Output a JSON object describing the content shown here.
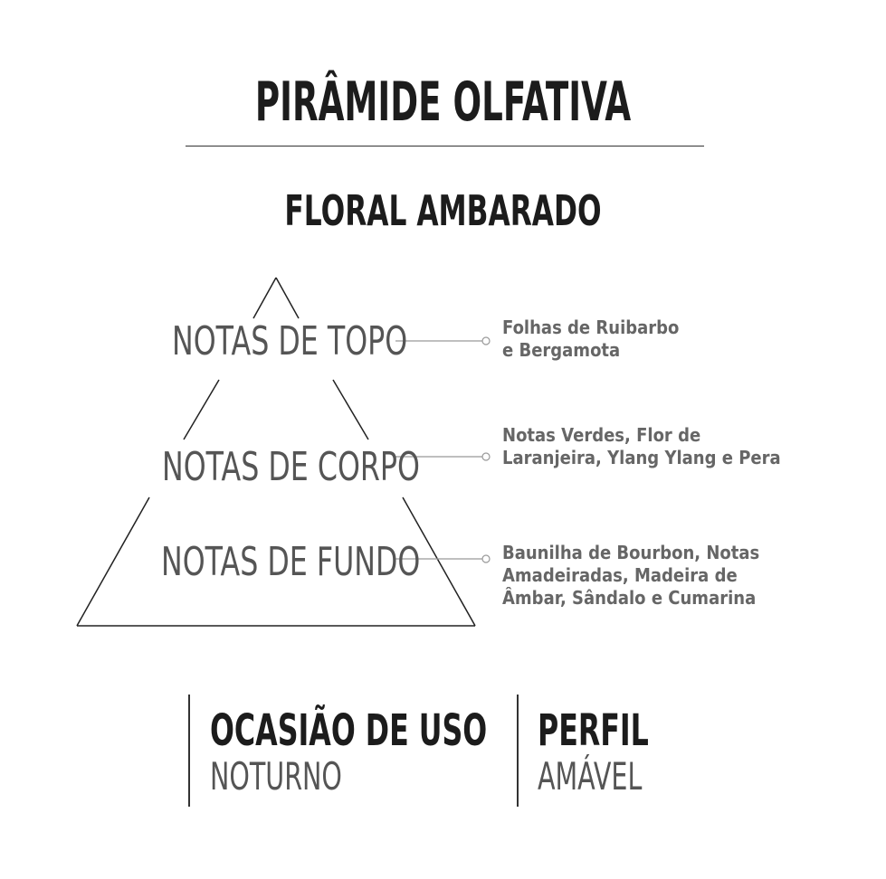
{
  "title": "PIRÂMIDE OLFATIVA",
  "subtitle": "FLORAL AMBARADO",
  "tiers": [
    {
      "label": "NOTAS DE TOPO",
      "notes": [
        "Folhas de Ruibarbo",
        "e Bergamota"
      ]
    },
    {
      "label": "NOTAS DE CORPO",
      "notes": [
        "Notas Verdes, Flor de",
        "Laranjeira, Ylang Ylang e Pera"
      ]
    },
    {
      "label": "NOTAS DE FUNDO",
      "notes": [
        "Baunilha de Bourbon, Notas",
        "Amadeiradas, Madeira de",
        "Âmbar, Sândalo e Cumarina"
      ]
    }
  ],
  "footer": {
    "ocasiao": {
      "label": "OCASIÃO DE USO",
      "value": "NOTURNO"
    },
    "perfil": {
      "label": "PERFIL",
      "value": "AMÁVEL"
    }
  }
}
